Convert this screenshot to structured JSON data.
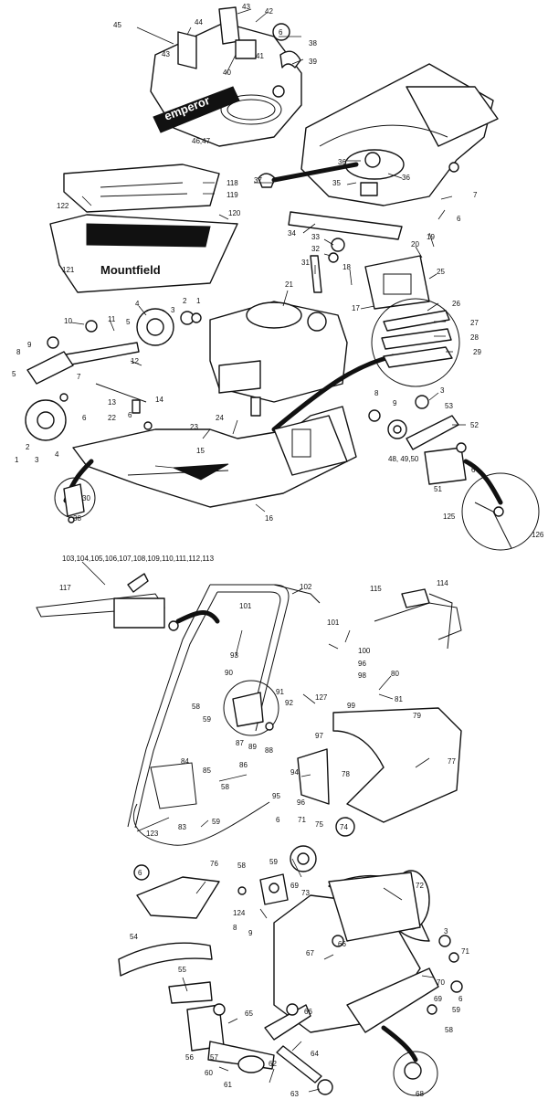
{
  "diagram": {
    "brand_emperor": "emperor",
    "brand_mountfield": "Mountfield",
    "callouts": {
      "c45": "45",
      "c44": "44",
      "c43a": "43",
      "c43b": "43",
      "c42": "42",
      "c6a": "6",
      "c38a": "38",
      "c39": "39",
      "c41": "41",
      "c40": "40",
      "c4647": "46,47",
      "c37": "37",
      "c36a": "36",
      "c36b": "36",
      "c35": "35",
      "c7": "7",
      "c6b": "6",
      "c34": "34",
      "c33": "33",
      "c32": "32",
      "c31": "31",
      "c20": "20",
      "c19": "19",
      "c18": "18",
      "c25": "25",
      "c17": "17",
      "c118": "118",
      "c119": "119",
      "c122": "122",
      "c120": "120",
      "c121": "121",
      "c21": "21",
      "c26": "26",
      "c27": "27",
      "c28": "28",
      "c29": "29",
      "c10": "10",
      "c11": "11",
      "c4a": "4",
      "c2a": "2",
      "c3a": "3",
      "c1a": "1",
      "c5a": "5",
      "c8a": "8",
      "c9a": "9",
      "c12": "12",
      "c5b": "5",
      "c7b": "7",
      "c13": "13",
      "c14": "14",
      "c6c": "6",
      "c22": "22",
      "c6d": "6",
      "c23": "23",
      "c24": "24",
      "c15": "15",
      "c1b": "1",
      "c3b": "3",
      "c4b": "4",
      "c2b": "2",
      "c30": "30",
      "c38b": "38",
      "c16": "16",
      "c8b": "8",
      "c9b": "9",
      "c3c": "3",
      "c53": "53",
      "c52": "52",
      "c4850": "48,\n49,50",
      "c51": "51",
      "c6e": "6",
      "c125": "125",
      "c126": "126",
      "c103": "103,104,105,106,107,108,109,110,111,112,113",
      "c117": "117",
      "c102": "102",
      "c114": "114",
      "c115": "115",
      "c101a": "101",
      "c101b": "101",
      "c100": "100",
      "c96a": "96",
      "c98": "98",
      "c93": "93",
      "c80": "80",
      "c81": "81",
      "c90": "90",
      "c91": "91",
      "c92": "92",
      "c127": "127",
      "c99": "99",
      "c79": "79",
      "c58a": "58",
      "c59a": "59",
      "c87": "87",
      "c97": "97",
      "c77": "77",
      "c89": "89",
      "c88": "88",
      "c84": "84",
      "c86": "86",
      "c85": "85",
      "c94": "94",
      "c78": "78",
      "c58b": "58",
      "c95": "95",
      "c96b": "96",
      "c59b": "59",
      "c83": "83",
      "c123": "123",
      "c6f": "6",
      "c71a": "71",
      "c75": "75",
      "c74": "74",
      "c6g": "6",
      "c76": "76",
      "c58c": "58",
      "c59c": "59",
      "c69a": "69",
      "c73": "73",
      "c72": "72",
      "c124": "124",
      "c8c": "8",
      "c9c": "9",
      "c66a": "66",
      "c3d": "3",
      "c71b": "71",
      "c54": "54",
      "c67": "67",
      "c70": "70",
      "c6h": "6",
      "c55": "55",
      "c69b": "69",
      "c59d": "59",
      "c58d": "58",
      "c65": "65",
      "c66b": "66",
      "c56": "56",
      "c57": "57",
      "c60": "60",
      "c62": "62",
      "c64": "64",
      "c61": "61",
      "c63": "63",
      "c68": "68"
    }
  }
}
